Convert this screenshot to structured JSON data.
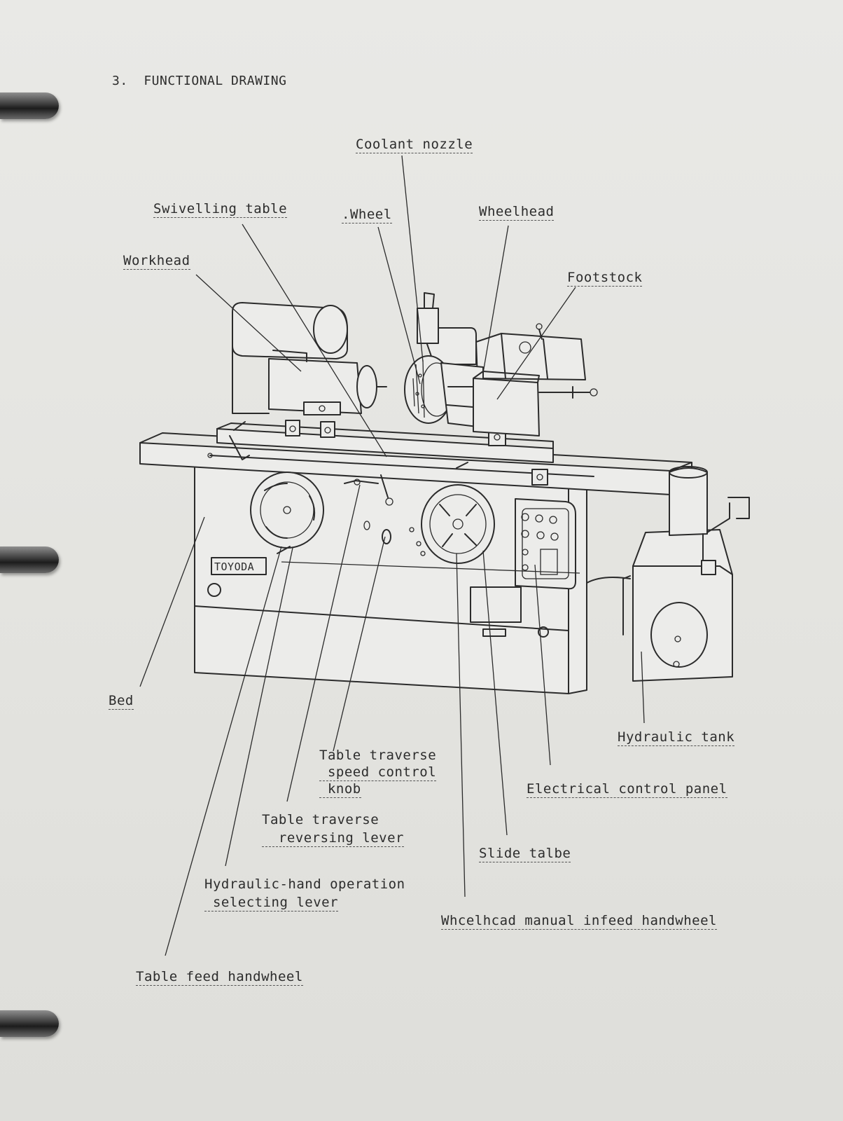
{
  "heading": "3.  FUNCTIONAL DRAWING",
  "brand": "TOYODA",
  "labels": {
    "coolant_nozzle": "Coolant nozzle",
    "swivelling_table": "Swivelling table",
    "wheel": ".Wheel",
    "wheelhead": "Wheelhead",
    "workhead": "Workhead",
    "footstock": "Footstock",
    "bed": "Bed",
    "hydraulic_tank": "Hydraulic tank",
    "table_traverse_speed_1": "Table traverse",
    "table_traverse_speed_2": " speed control",
    "table_traverse_speed_3": " knob",
    "electrical_control_panel": "Electrical control panel",
    "table_traverse_reversing_1": "Table traverse",
    "table_traverse_reversing_2": "  reversing lever",
    "slide_table": "Slide talbe",
    "hydraulic_hand_1": "Hydraulic-hand operation",
    "hydraulic_hand_2": " selecting lever",
    "wheelhead_handwheel": "Whcelhcad manual infeed handwheel",
    "table_feed_handwheel": "Table feed handwheel"
  }
}
